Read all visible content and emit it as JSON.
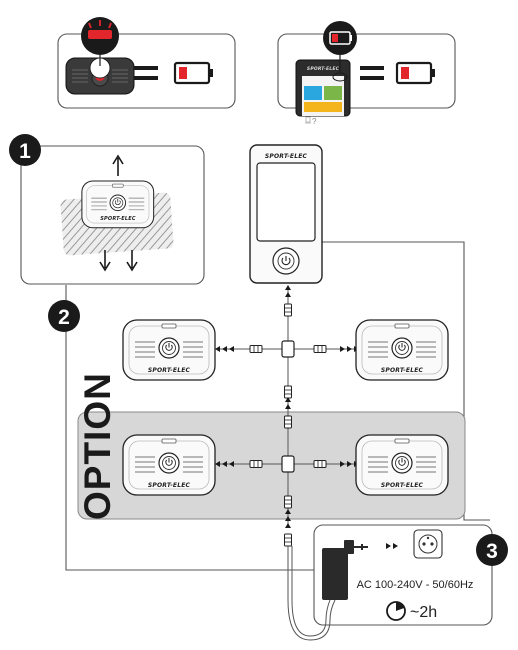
{
  "brand": "SPORT-ELEC",
  "option_label": "OPTION",
  "steps": [
    "1",
    "2",
    "3"
  ],
  "remote_screen_brand": "SPORT-ELEC",
  "help_mark": "?",
  "charger": {
    "voltage_label": "AC 100-240V - 50/60Hz",
    "duration_label": "~2h"
  },
  "icons": [
    "warning-led-icon",
    "low-battery-icon",
    "equals-icon",
    "power-icon",
    "outlet-icon",
    "timer-icon",
    "arrow-icon"
  ],
  "colors": {
    "battery_low": "#e3262b",
    "option_panel": "#d7d7d7",
    "line": "#555555",
    "ink": "#1a1a1a"
  }
}
